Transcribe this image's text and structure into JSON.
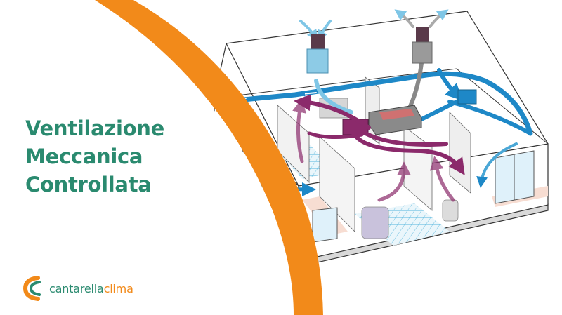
{
  "headline": {
    "line1": "Ventilazione",
    "line2": "Meccanica",
    "line3": "Controllata"
  },
  "brand": {
    "name_part1": "cantarella",
    "name_part2": "clima"
  },
  "colors": {
    "brand_green": "#2a8a6f",
    "brand_orange": "#f28a1a",
    "fresh_air_blue": "#1e88c7",
    "exhaust_purple": "#8b2a6b"
  }
}
